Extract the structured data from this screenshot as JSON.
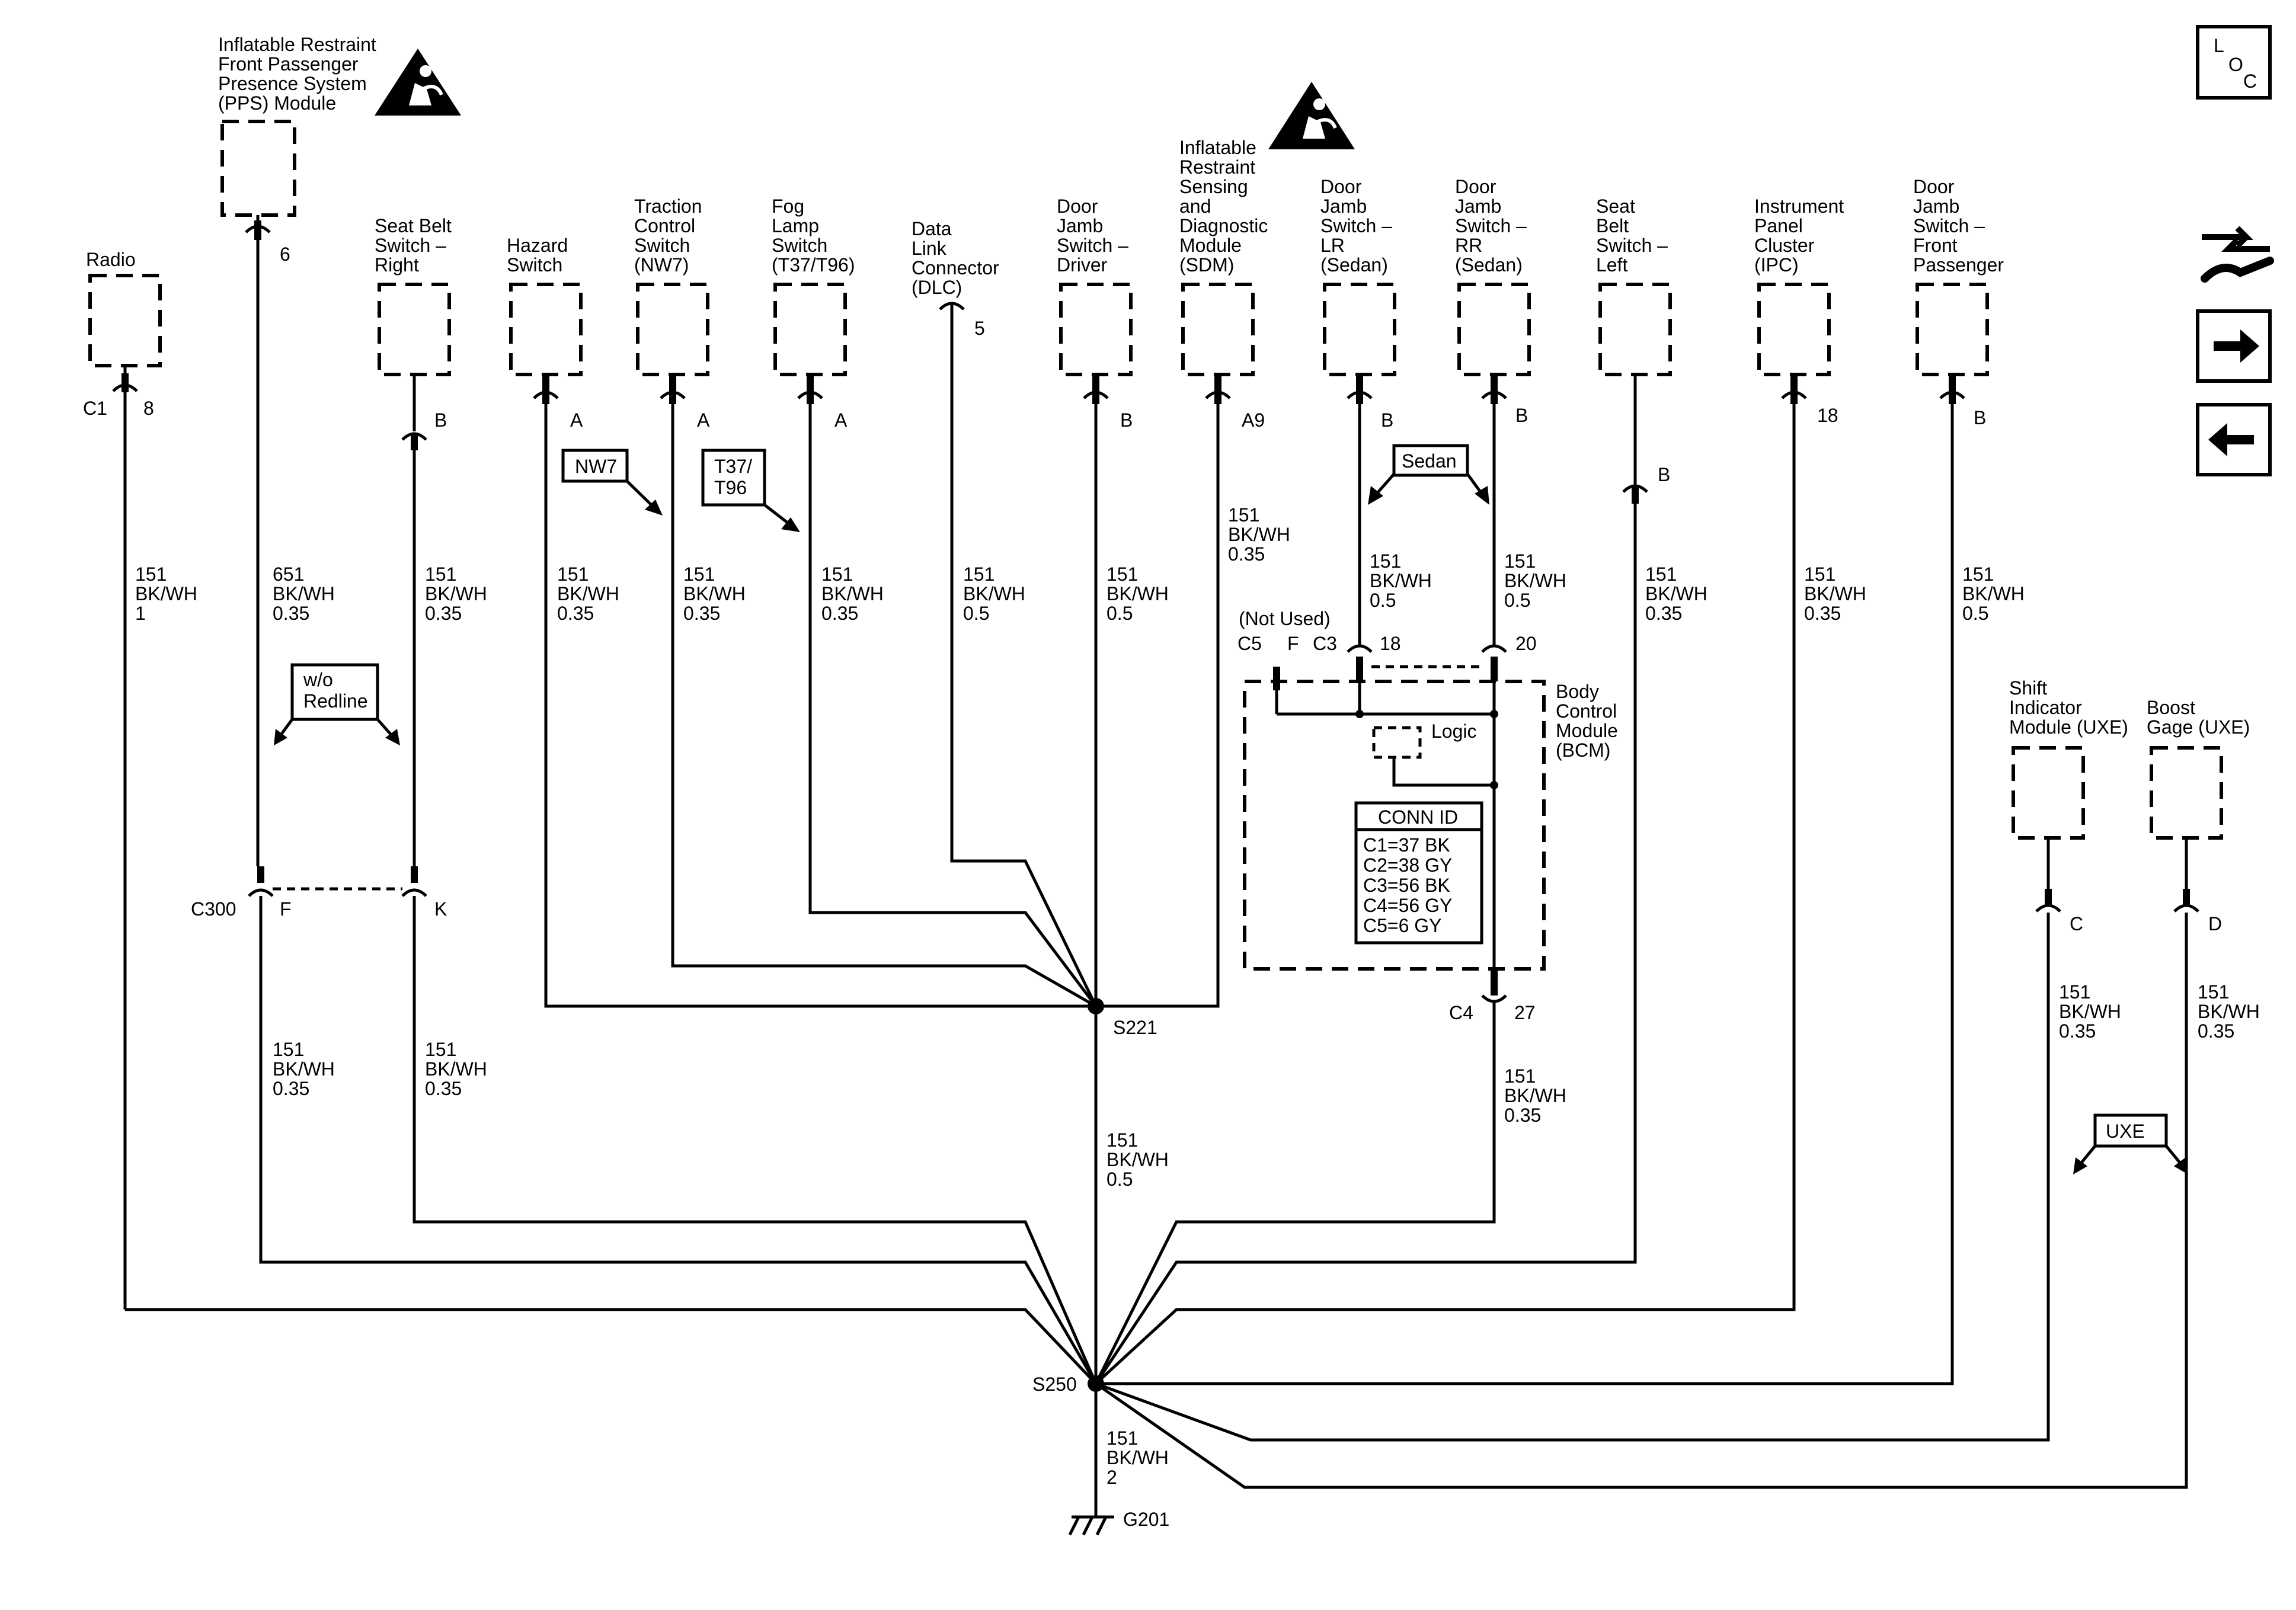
{
  "components": {
    "pps": [
      "Inflatable Restraint",
      "Front Passenger",
      "Presence System",
      "(PPS) Module"
    ],
    "radio": [
      "Radio"
    ],
    "seatbelt_right": [
      "Seat Belt",
      "Switch –",
      "Right"
    ],
    "hazard": [
      "Hazard",
      "Switch"
    ],
    "traction": [
      "Traction",
      "Control",
      "Switch",
      "(NW7)"
    ],
    "fog": [
      "Fog",
      "Lamp",
      "Switch",
      "(T37/T96)"
    ],
    "dlc": [
      "Data",
      "Link",
      "Connector",
      "(DLC)"
    ],
    "door_driver": [
      "Door",
      "Jamb",
      "Switch –",
      "Driver"
    ],
    "sdm": [
      "Inflatable",
      "Restraint",
      "Sensing",
      "and",
      "Diagnostic",
      "Module",
      "(SDM)"
    ],
    "door_lr": [
      "Door",
      "Jamb",
      "Switch –",
      "LR",
      "(Sedan)"
    ],
    "door_rr": [
      "Door",
      "Jamb",
      "Switch –",
      "RR",
      "(Sedan)"
    ],
    "seatbelt_left": [
      "Seat",
      "Belt",
      "Switch –",
      "Left"
    ],
    "ipc": [
      "Instrument",
      "Panel",
      "Cluster",
      "(IPC)"
    ],
    "door_fp": [
      "Door",
      "Jamb",
      "Switch –",
      "Front",
      "Passenger"
    ],
    "bcm": [
      "Body",
      "Control",
      "Module",
      "(BCM)"
    ],
    "shift": [
      "Shift",
      "Indicator",
      "Module (UXE)"
    ],
    "boost": [
      "Boost",
      "Gage (UXE)"
    ]
  },
  "pins": {
    "pps": "6",
    "radio_conn": "C1",
    "radio": "8",
    "seatbelt_right": "B",
    "hazard": "A",
    "traction": "A",
    "fog": "A",
    "dlc": "5",
    "door_driver": "B",
    "sdm": "A9",
    "door_lr": "B",
    "door_rr": "B",
    "seatbelt_left": "B",
    "ipc": "18",
    "door_fp": "B",
    "bcm_c5": "C5",
    "bcm_f": "F",
    "bcm_c3": "C3",
    "bcm_18": "18",
    "bcm_20": "20",
    "bcm_c4": "C4",
    "bcm_27": "27",
    "c300": "C300",
    "c300_f": "F",
    "c300_k": "K",
    "shift": "C",
    "boost": "D"
  },
  "wires": {
    "radio": [
      "151",
      "BK/WH",
      "1"
    ],
    "pps": [
      "651",
      "BK/WH",
      "0.35"
    ],
    "seatbelt_right": [
      "151",
      "BK/WH",
      "0.35"
    ],
    "hazard": [
      "151",
      "BK/WH",
      "0.35"
    ],
    "traction": [
      "151",
      "BK/WH",
      "0.35"
    ],
    "fog": [
      "151",
      "BK/WH",
      "0.35"
    ],
    "dlc": [
      "151",
      "BK/WH",
      "0.5"
    ],
    "door_driver": [
      "151",
      "BK/WH",
      "0.5"
    ],
    "sdm": [
      "151",
      "BK/WH",
      "0.35"
    ],
    "door_lr": [
      "151",
      "BK/WH",
      "0.5"
    ],
    "door_rr": [
      "151",
      "BK/WH",
      "0.5"
    ],
    "seatbelt_left": [
      "151",
      "BK/WH",
      "0.35"
    ],
    "ipc": [
      "151",
      "BK/WH",
      "0.35"
    ],
    "door_fp": [
      "151",
      "BK/WH",
      "0.5"
    ],
    "c300_f": [
      "151",
      "BK/WH",
      "0.35"
    ],
    "c300_k": [
      "151",
      "BK/WH",
      "0.35"
    ],
    "s221": [
      "151",
      "BK/WH",
      "0.5"
    ],
    "bcm_c4": [
      "151",
      "BK/WH",
      "0.35"
    ],
    "ground": [
      "151",
      "BK/WH",
      "2"
    ],
    "shift": [
      "151",
      "BK/WH",
      "0.35"
    ],
    "boost": [
      "151",
      "BK/WH",
      "0.35"
    ]
  },
  "options": {
    "nw7": [
      "NW7"
    ],
    "t37": [
      "T37/",
      "T96"
    ],
    "sedan": [
      "Sedan"
    ],
    "redline": [
      "w/o",
      "Redline"
    ],
    "uxe": [
      "UXE"
    ]
  },
  "bcm_internal": {
    "not_used": "(Not Used)",
    "logic": "Logic",
    "conn_id_title": "CONN ID",
    "conn_ids": [
      "C1=37 BK",
      "C2=38 GY",
      "C3=56 BK",
      "C4=56 GY",
      "C5=6 GY"
    ]
  },
  "splices": {
    "s221": "S221",
    "s250": "S250"
  },
  "ground": "G201",
  "loc": [
    "L",
    "O",
    "C"
  ],
  "icons": {
    "warning": "airbag-warning-icon",
    "service": "wrench-service-icon",
    "next": "arrow-right-icon",
    "prev": "arrow-left-icon"
  }
}
